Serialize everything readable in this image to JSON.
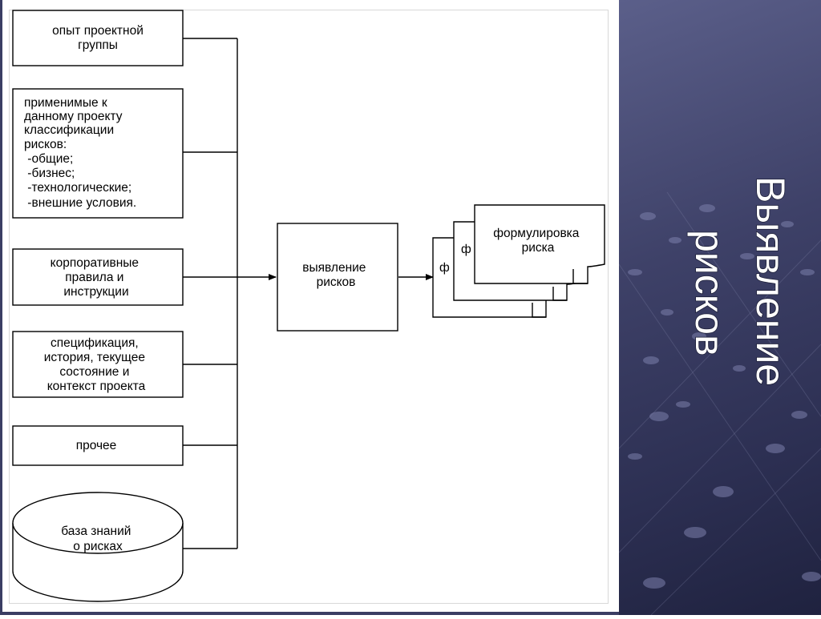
{
  "slide": {
    "title_line1": "Выявление",
    "title_line2": "рисков"
  },
  "diagram": {
    "inputs": {
      "team_experience": [
        "опыт проектной",
        "группы"
      ],
      "classifications": [
        "применимые к",
        "данному проекту",
        "классификации",
        "рисков:",
        " -общие;",
        " -бизнес;",
        " -технологические;",
        " -внешние условия."
      ],
      "corporate_rules": [
        "корпоративные",
        "правила и",
        "инструкции"
      ],
      "specification": [
        "спецификация,",
        "история, текущее",
        "состояние и",
        "контекст проекта"
      ],
      "other": [
        "прочее"
      ],
      "knowledge_base": [
        "база знаний",
        "о рисках"
      ]
    },
    "process": [
      "выявление",
      "рисков"
    ],
    "output": {
      "front_card": [
        "формулировка",
        "риска"
      ],
      "middle_card_fragment": "ф",
      "back_card_fragment": "ф"
    }
  },
  "colors": {
    "panel_dark": "#2c2f52",
    "panel_light": "#5b5f8a",
    "title_text": "#ffffff"
  }
}
